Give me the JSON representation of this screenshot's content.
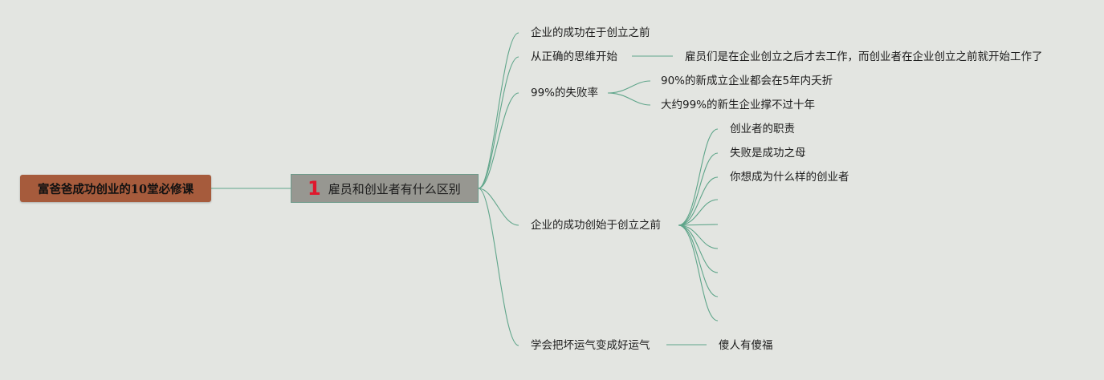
{
  "root": {
    "title": "富爸爸成功创业的10堂必修课"
  },
  "main": {
    "number": "1",
    "title": "雇员和创业者有什么区别"
  },
  "branches": [
    {
      "label": "企业的成功在于创立之前"
    },
    {
      "label": "从正确的思维开始",
      "children": [
        "雇员们是在企业创立之后才去工作，而创业者在企业创立之前就开始工作了"
      ]
    },
    {
      "label": "99%的失败率",
      "children": [
        "90%的新成立企业都会在5年内夭折",
        "大约99%的新生企业撑不过十年"
      ]
    },
    {
      "label": "企业的成功创始于创立之前",
      "children": [
        "创业者的职责",
        "失败是成功之母",
        "你想成为什么样的创业者"
      ]
    },
    {
      "label": "学会把坏运气变成好运气",
      "children": [
        "傻人有傻福"
      ]
    }
  ],
  "colors": {
    "root_bg": "#a65b3c",
    "main_bg": "#979791",
    "line": "#5fa58a",
    "number": "#e0182d",
    "background": "#e3e5e1"
  }
}
